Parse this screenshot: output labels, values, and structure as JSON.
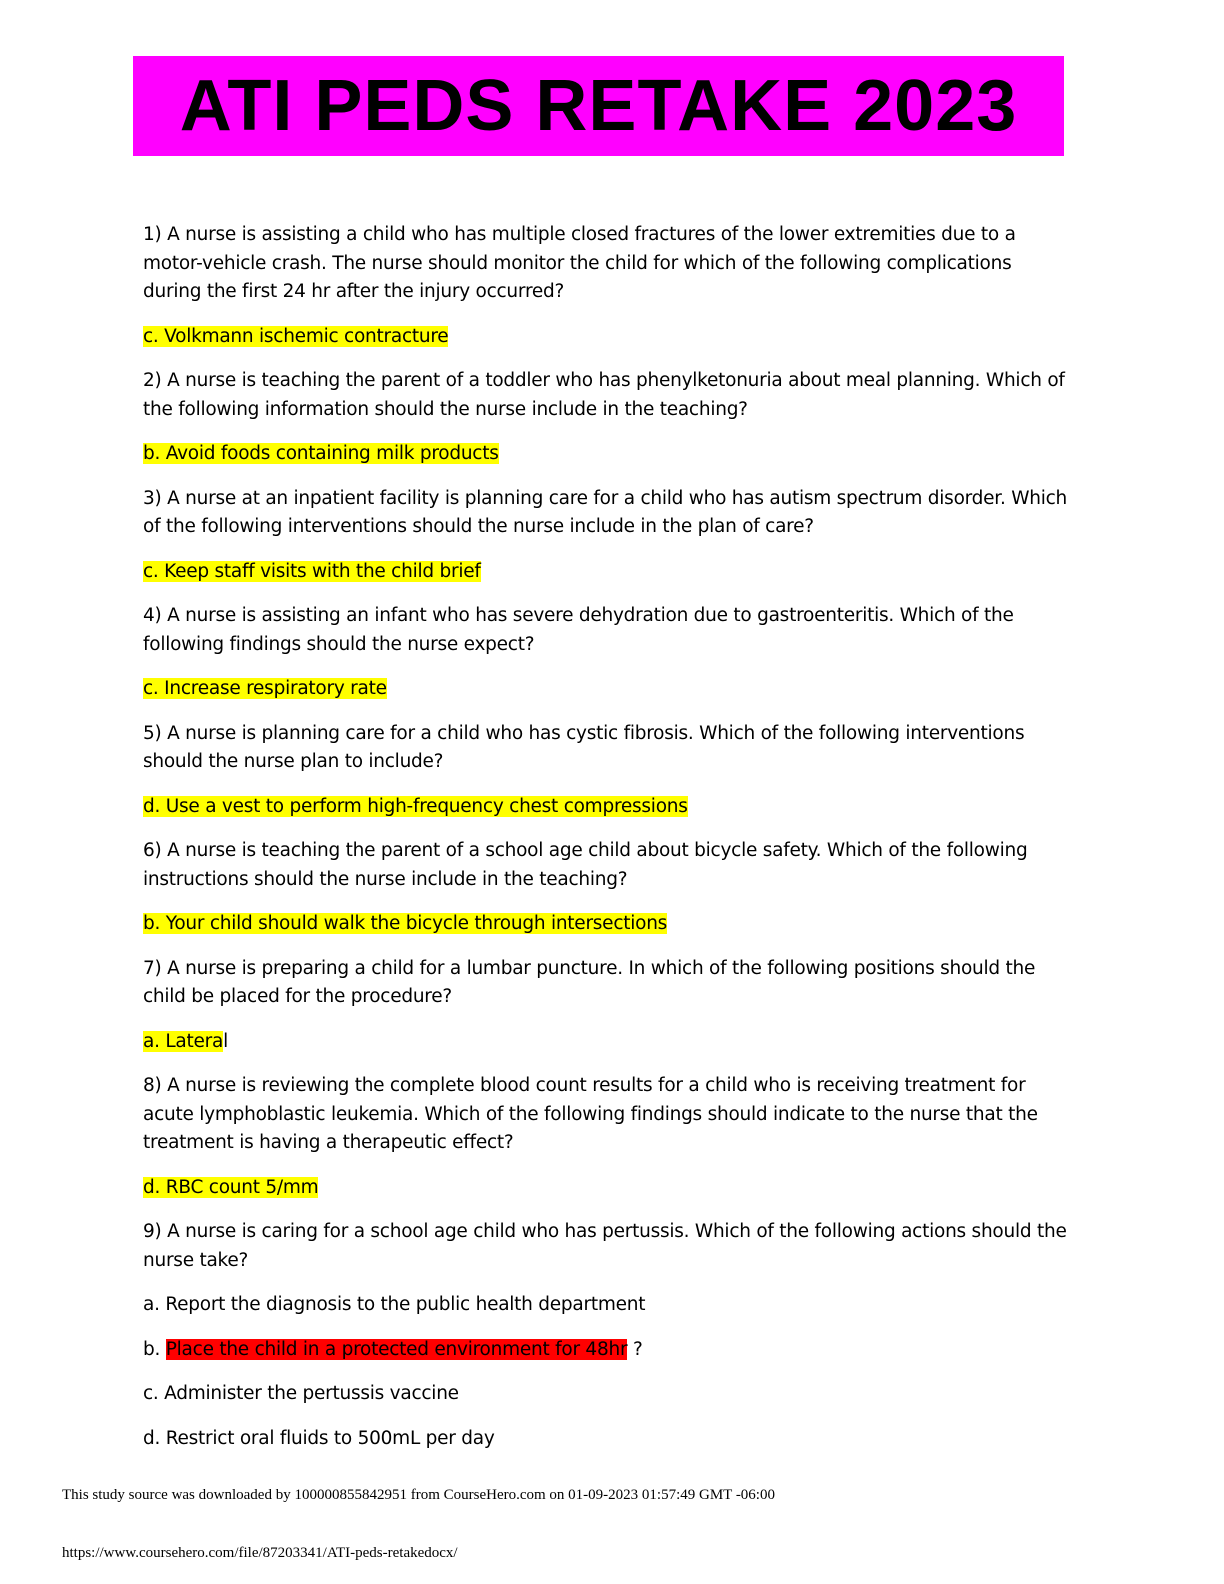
{
  "title": "ATI PEDS RETAKE 2023",
  "colors": {
    "title_banner": "#ff00ff",
    "answer_highlight": "#ffff00",
    "uncertain_highlight": "#ff0000"
  },
  "questions": [
    {
      "question": "1) A nurse is assisting a child who has multiple closed fractures of the lower extremities due to a motor-vehicle crash. The nurse should monitor the child for which of the following complications during the first 24 hr after the injury occurred?",
      "answer": "c. Volkmann ischemic contracture"
    },
    {
      "question": "2) A nurse is teaching the parent of a toddler who has phenylketonuria about meal planning. Which of the following information should the nurse include in the teaching?",
      "answer": "b. Avoid foods containing milk products"
    },
    {
      "question": "3) A nurse at an inpatient facility is planning care for a child who has autism spectrum disorder. Which of the following interventions should the nurse include in the plan of care?",
      "answer": "c. Keep staff visits with the child brief"
    },
    {
      "question": "4) A nurse is assisting an infant who has severe dehydration due to gastroenteritis. Which of the following findings should the nurse expect?",
      "answer": "c. Increase respiratory rate"
    },
    {
      "question": "5) A nurse is planning care for a child who has cystic fibrosis. Which of the following interventions should the nurse plan to include?",
      "answer": "d. Use a vest to perform high-frequency chest compressions"
    },
    {
      "question": "6) A nurse is teaching the parent of a school age child about bicycle safety. Which of the following instructions should the nurse include in the teaching?",
      "answer": "b. Your child should walk the bicycle through intersections"
    },
    {
      "question": "7) A nurse is preparing a child for a lumbar puncture. In which of the following positions should the child be placed for the procedure?",
      "answer_highlighted": "a. Latera",
      "answer_rest": "l"
    },
    {
      "question": "8) A nurse is reviewing the complete blood count results for a child who is receiving treatment for acute lymphoblastic leukemia. Which of the following findings should indicate to the nurse that the treatment is having a therapeutic effect?",
      "answer": "d. RBC count 5/mm"
    },
    {
      "question": "9) A nurse is caring for a school age child who has pertussis. Which of the following actions should the nurse take?",
      "options": {
        "a": "a. Report the diagnosis to the public health department",
        "b_prefix": "b. ",
        "b_highlighted": "Place the child in a protected environment for 48hr",
        "b_suffix": " ?",
        "c": "c. Administer the pertussis vaccine",
        "d": "d. Restrict oral fluids to 500mL per day"
      }
    }
  ],
  "footer": {
    "download_notice": "This study source was downloaded by 100000855842951 from CourseHero.com on 01-09-2023 01:57:49 GMT -06:00",
    "url": "https://www.coursehero.com/file/87203341/ATI-peds-retakedocx/"
  }
}
